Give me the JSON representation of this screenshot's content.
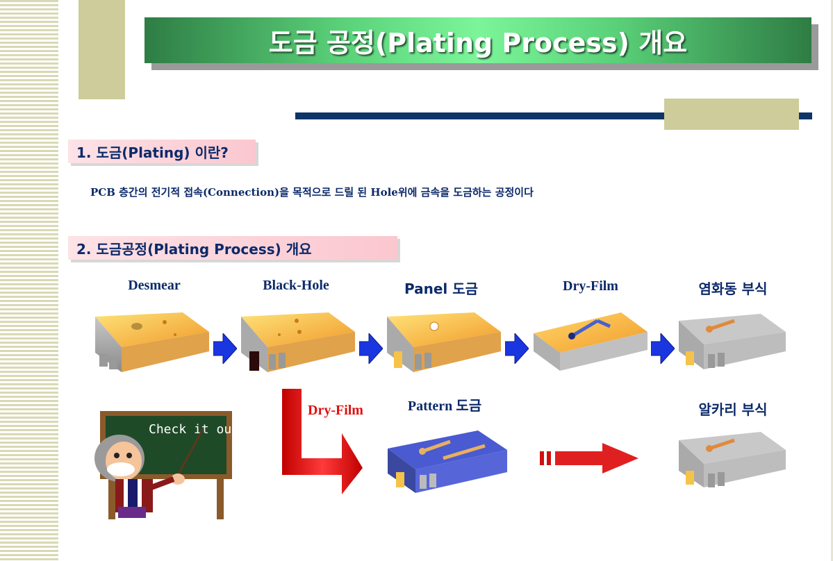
{
  "title": "도금 공정(Plating Process) 개요",
  "section1": {
    "heading": "1. 도금(Plating) 이란?",
    "description": "PCB 층간의 전기적 접속(Connection)을  목적으로 드릴 된 Hole위에 금속을 도금하는 공정이다"
  },
  "section2": {
    "heading": "2. 도금공정(Plating Process) 개요",
    "steps": [
      "Desmear",
      "Black-Hole",
      "Panel 도금",
      "Dry-Film",
      "염화동 부식"
    ],
    "branch_label": "Dry-Film",
    "pattern_label": "Pattern 도금",
    "alkali_label": "알카리 부식",
    "board_text": "Check it out"
  }
}
